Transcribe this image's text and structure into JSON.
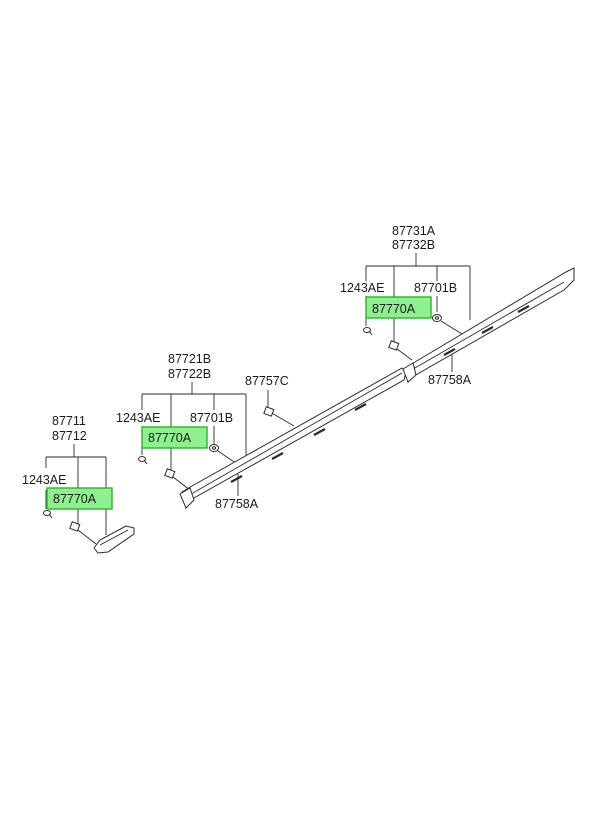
{
  "diagram": {
    "groups": [
      {
        "id": "front",
        "header": [
          "87711",
          "87712"
        ],
        "left_label": "1243AE",
        "highlight_label": "87770A"
      },
      {
        "id": "middle",
        "header": [
          "87721B",
          "87722B"
        ],
        "left_label": "1243AE",
        "right_label": "87701B",
        "highlight_label": "87770A",
        "side_label": "87757C",
        "bottom_label": "87758A"
      },
      {
        "id": "rear",
        "header": [
          "87731A",
          "87732B"
        ],
        "left_label": "1243AE",
        "right_label": "87701B",
        "highlight_label": "87770A",
        "bottom_label": "87758A"
      }
    ],
    "highlight_color": "#8ff08f",
    "highlight_border_color": "#2bb52b"
  }
}
